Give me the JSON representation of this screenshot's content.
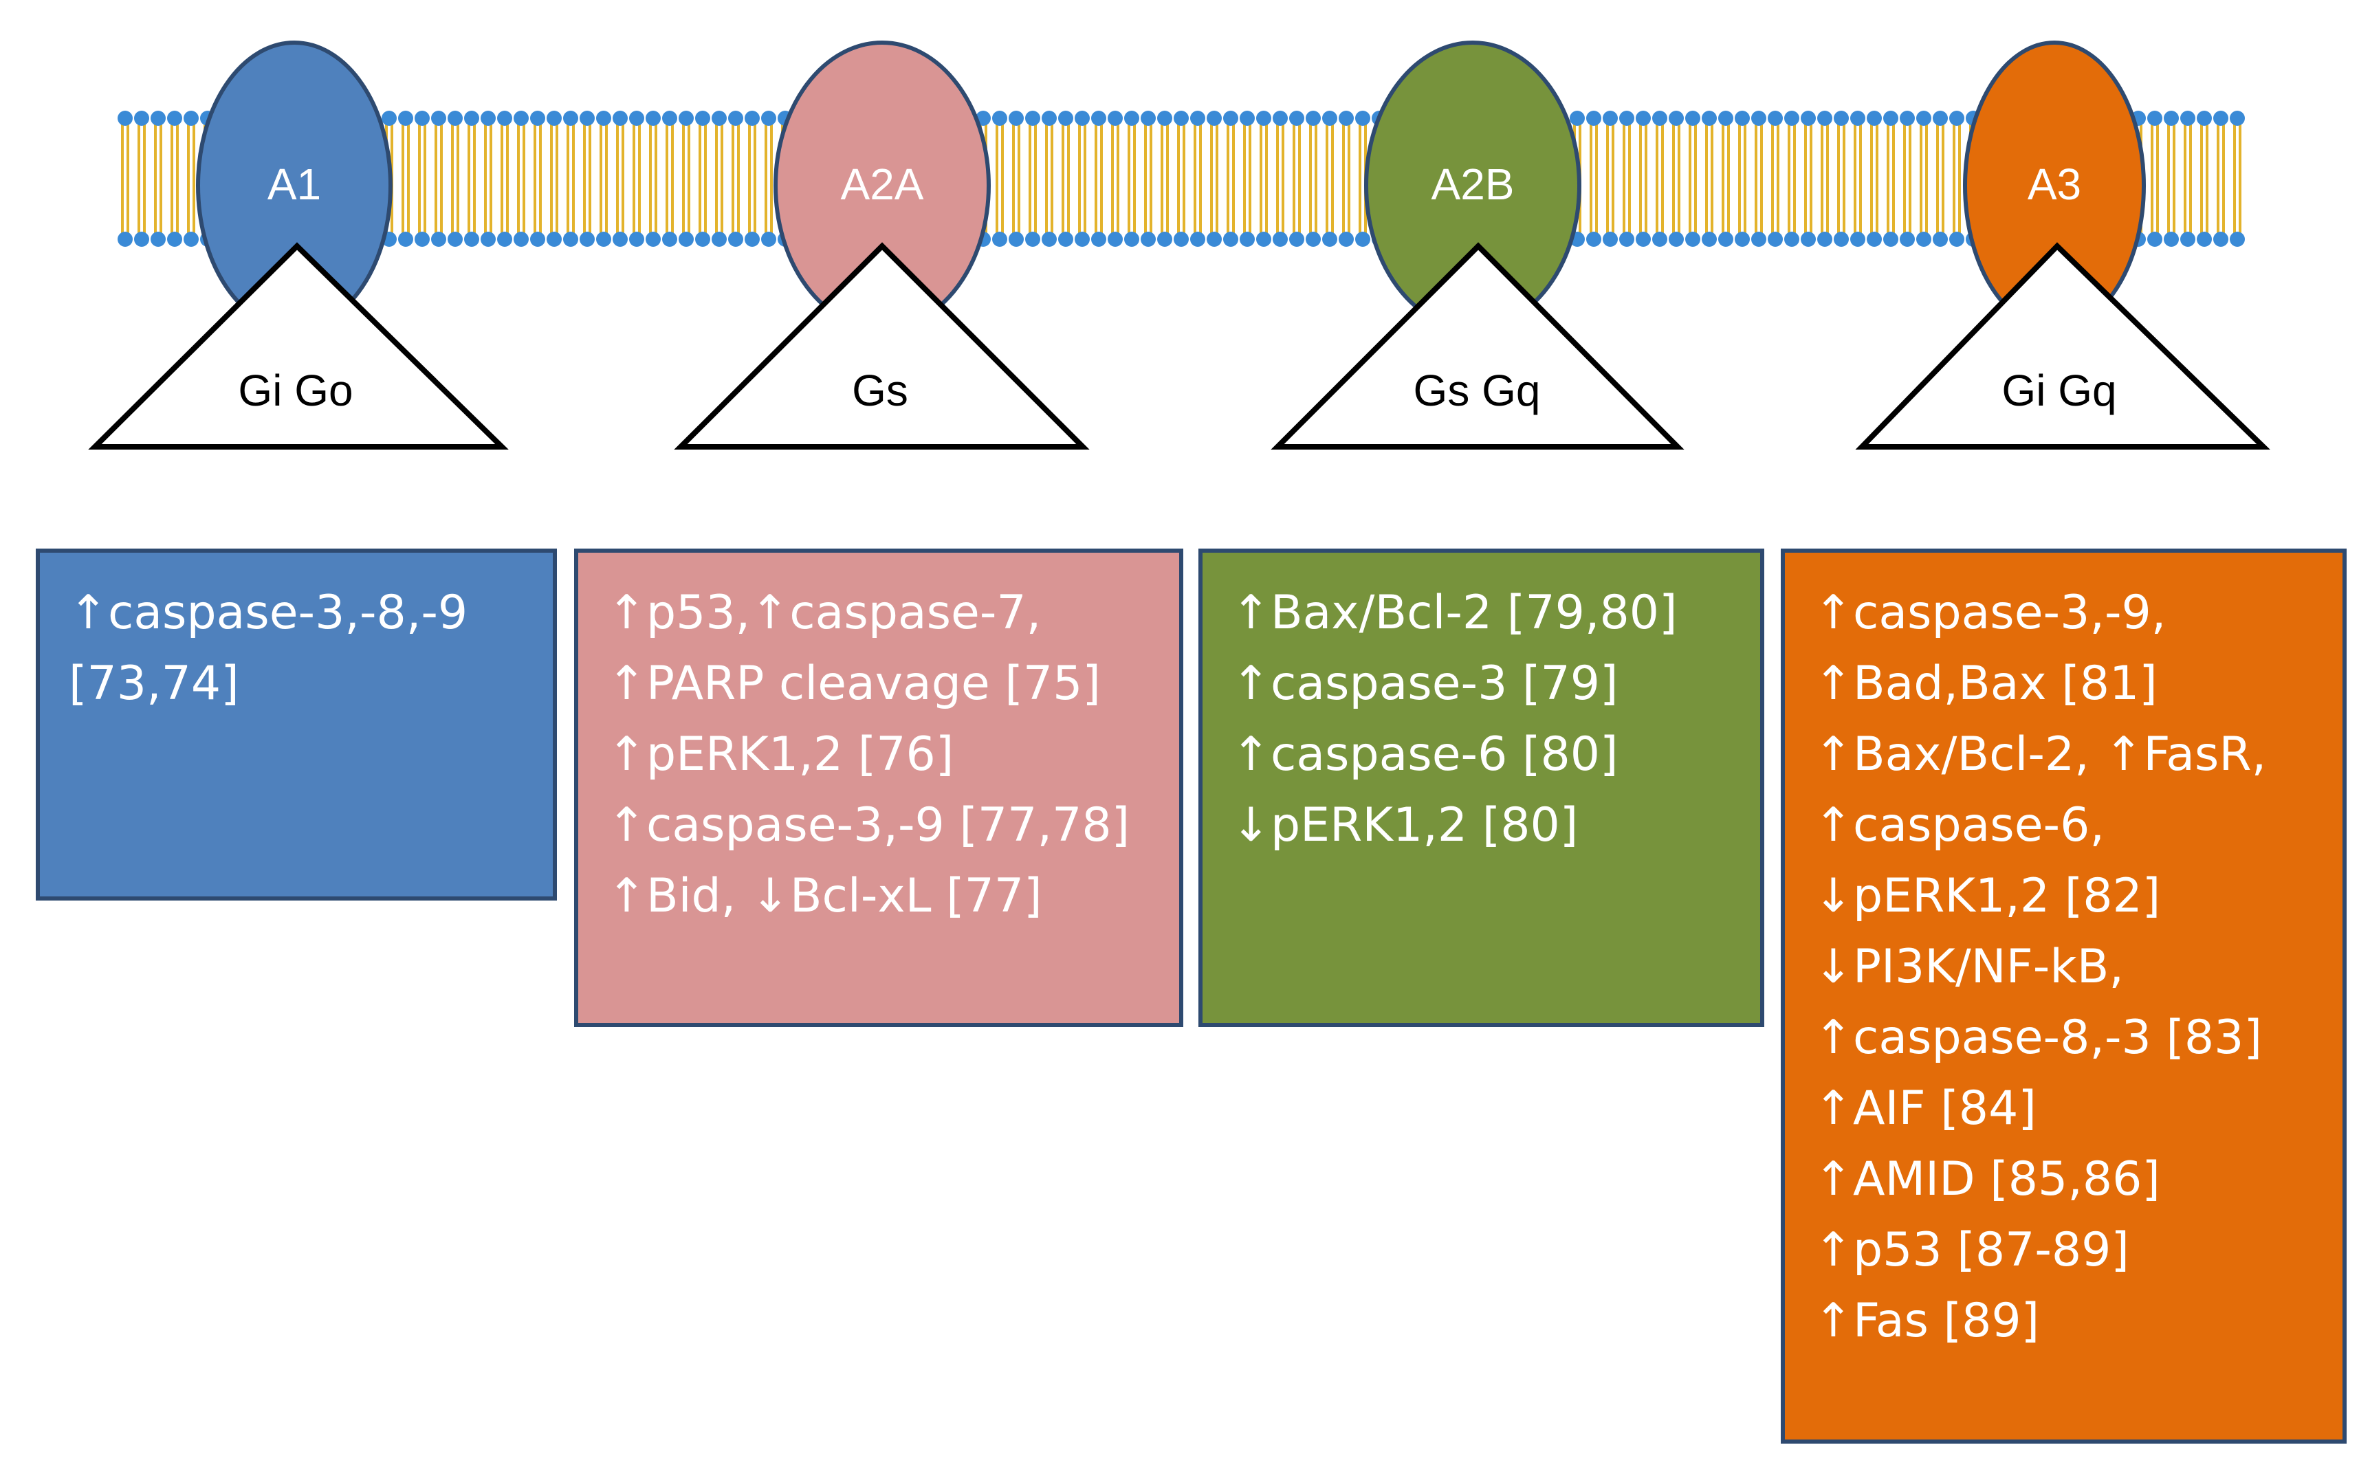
{
  "colors": {
    "membrane_head": "#3a8ad6",
    "membrane_tail": "#e3b32c",
    "receptor_border": "#2e4a70",
    "box_border": "#2e4a70"
  },
  "receptors": [
    {
      "label": "A1",
      "g_protein": "Gi Go",
      "color": "#4f81bd"
    },
    {
      "label": "A2A",
      "g_protein": "Gs",
      "color": "#d99594"
    },
    {
      "label": "A2B",
      "g_protein": "Gs Gq",
      "color": "#77933c"
    },
    {
      "label": "A3",
      "g_protein": "Gi Gq",
      "color": "#e36c09"
    }
  ],
  "effects": [
    {
      "color": "#4f81bd",
      "lines": [
        "↑caspase-3,-8,-9",
        "[73,74]"
      ]
    },
    {
      "color": "#d99594",
      "lines": [
        "↑p53,↑caspase-7,",
        "↑PARP cleavage [75]",
        "↑pERK1,2 [76]",
        "↑caspase-3,-9 [77,78]",
        "↑Bid, ↓Bcl-xL [77]"
      ]
    },
    {
      "color": "#77933c",
      "lines": [
        "↑Bax/Bcl-2 [79,80]",
        "↑caspase-3 [79]",
        "↑caspase-6 [80]",
        "↓pERK1,2 [80]"
      ]
    },
    {
      "color": "#e36c09",
      "lines": [
        "↑caspase-3,-9,",
        "↑Bad,Bax [81]",
        "↑Bax/Bcl-2, ↑FasR,",
        "↑caspase-6,",
        "↓pERK1,2 [82]",
        "↓PI3K/NF-kB,",
        "↑caspase-8,-3 [83]",
        "↑AIF [84]",
        "↑AMID [85,86]",
        "↑p53 [87-89]",
        "↑Fas [89]"
      ]
    }
  ]
}
